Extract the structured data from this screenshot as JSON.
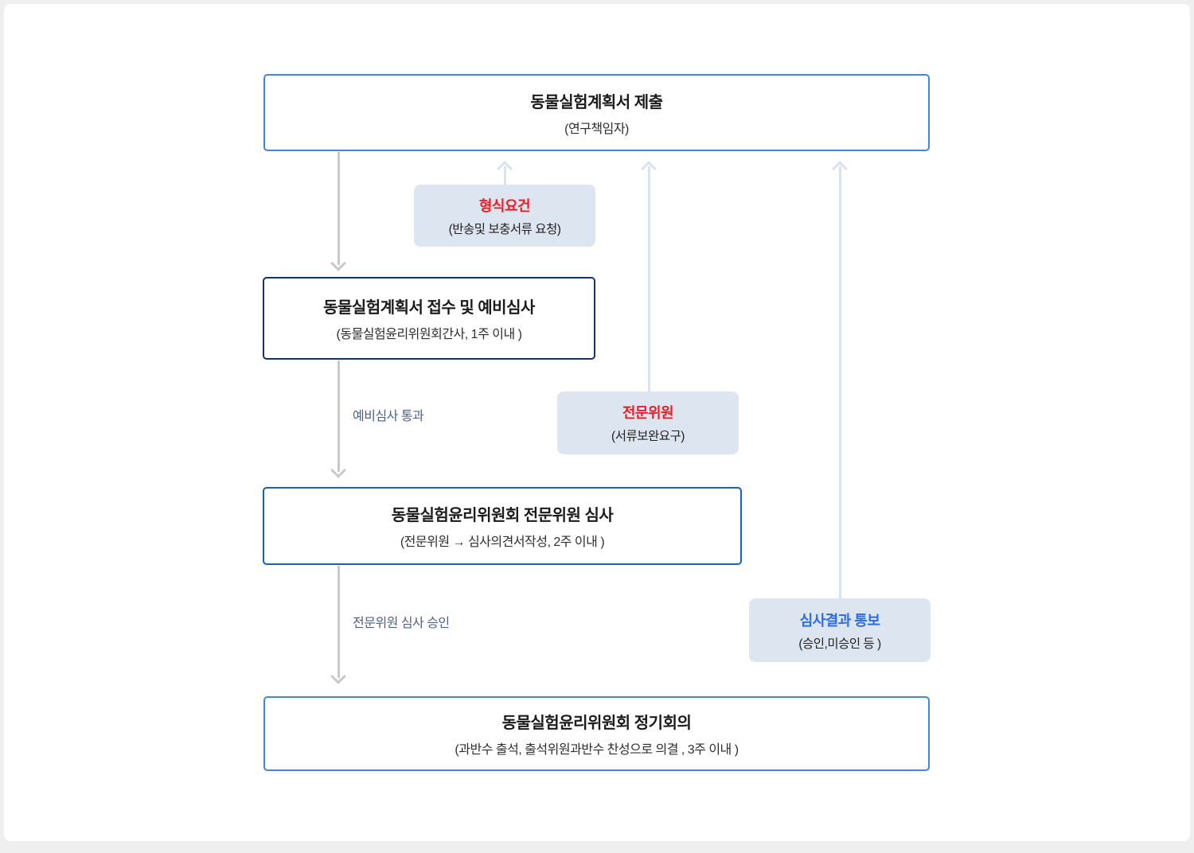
{
  "diagram": {
    "description_colors": {
      "page_bg": "#efefef",
      "card_bg": "#ffffff",
      "border_blue": "#4484dd",
      "border_navy": "#16316b",
      "border_medium_blue": "#0f65b1",
      "note_bg": "#dde5f0",
      "note_title_red": "#ed1c24",
      "note_title_blue": "#2e6be6",
      "edge_label": "#4e5f87",
      "down_arrow": "#c9c9c9",
      "up_arrow": "#d9e2ee"
    },
    "main_boxes": [
      {
        "title": "동물실험계획서 제출",
        "subtitle": "(연구책임자)"
      },
      {
        "title": "동물실험계획서 접수 및 예비심사",
        "subtitle": "(동물실험윤리위원회간사, 1주 이내 )"
      },
      {
        "title": "동물실험윤리위원회 전문위원 심사",
        "subtitle": "(전문위원 → 심사의견서작성, 2주 이내 )"
      },
      {
        "title": "동물실험윤리위원회 정기회의",
        "subtitle": "(과반수 출석, 출석위원과반수 찬성으로 의결 , 3주 이내 )"
      }
    ],
    "note_boxes": [
      {
        "title": "형식요건",
        "subtitle": "(반송및 보충서류 요청)"
      },
      {
        "title": "전문위원",
        "subtitle": "(서류보완요구)"
      },
      {
        "title": "심사결과 통보",
        "subtitle": "(승인,미승인 등  )"
      }
    ],
    "edge_labels": [
      {
        "text": "예비심사 통과"
      },
      {
        "text": "전문위원 심사 승인"
      }
    ]
  }
}
